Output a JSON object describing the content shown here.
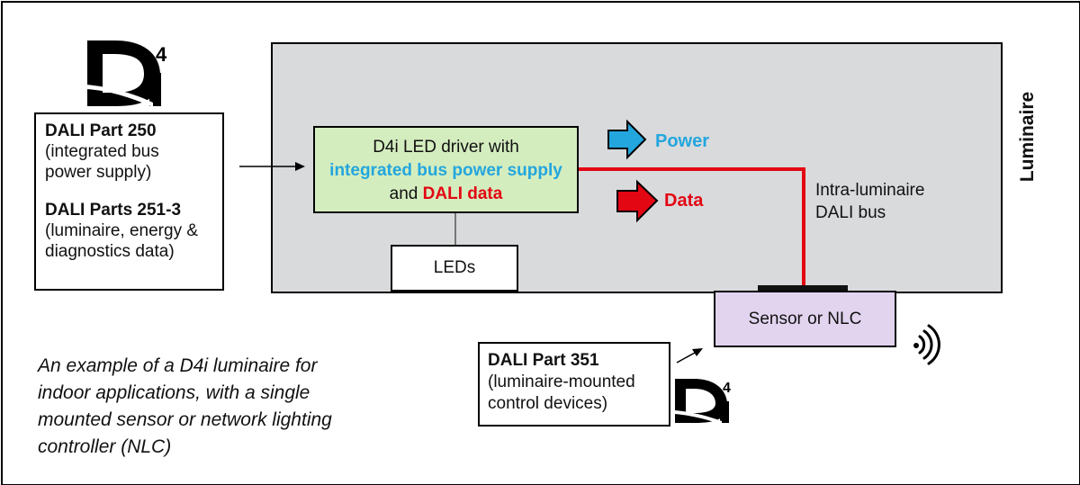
{
  "luminaire_label": "Luminaire",
  "driver": {
    "line1": "D4i LED driver with",
    "blue_text": "integrated bus power supply",
    "joiner": " and ",
    "red_text": "DALI data"
  },
  "leds_label": "LEDs",
  "sensor_label": "Sensor or NLC",
  "power_label": "Power",
  "data_label": "Data",
  "bus_label": {
    "line1": "Intra-luminaire",
    "line2": "DALI bus"
  },
  "left_box": {
    "title1": "DALI Part 250",
    "desc1": "(integrated bus power supply)",
    "title2": "DALI Parts 251-3",
    "desc2": "(luminaire, energy & diagnostics data)"
  },
  "part351_box": {
    "title": "DALI Part 351",
    "desc": "(luminaire-mounted control devices)"
  },
  "logo": {
    "text": "D4i",
    "superscript": "4"
  },
  "caption": "An example of a D4i luminaire for indoor applications, with a single mounted sensor or network lighting controller (NLC)",
  "colors": {
    "power": "#23a6de",
    "data": "#e30613",
    "luminaire_fill": "#d9dadc",
    "driver_fill": "#d4edbf",
    "sensor_fill": "#e2d4ef"
  },
  "icons": [
    "d4i-logo",
    "wireless-signal-icon",
    "power-arrow-icon",
    "data-arrow-icon"
  ]
}
